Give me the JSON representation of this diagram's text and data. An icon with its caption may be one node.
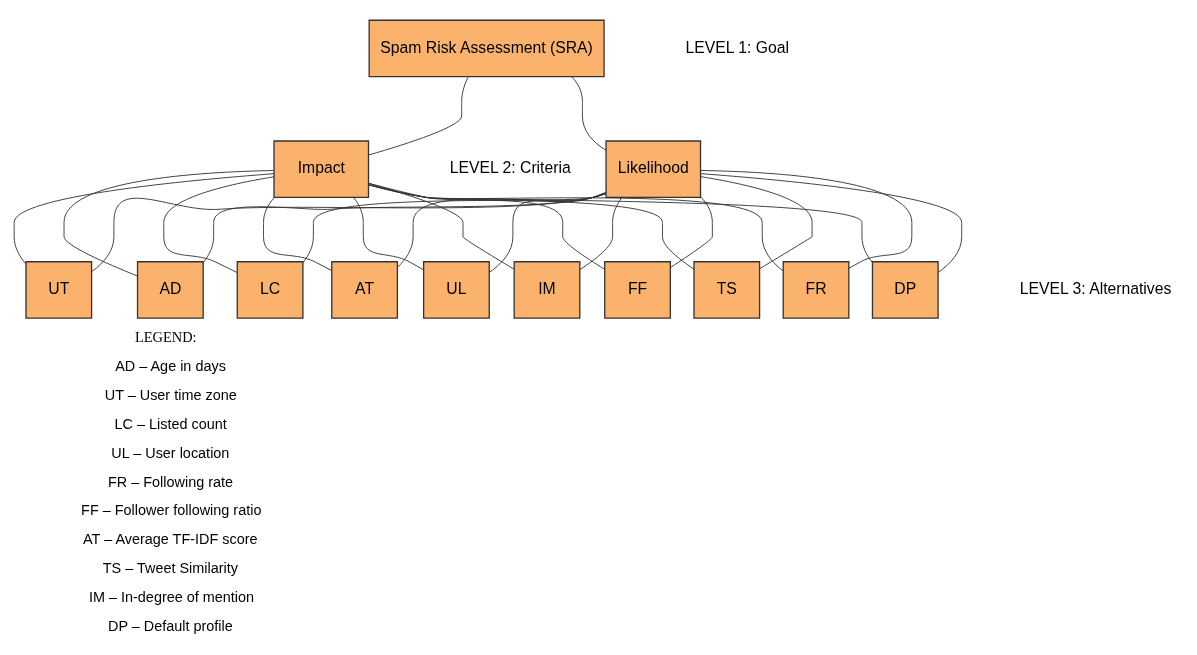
{
  "diagram": {
    "nodes": [
      {
        "text": [
          "Spam Risk Assessment (SRA)"
        ]
      },
      {
        "text": [
          "Likelihood"
        ]
      },
      {
        "text": [
          "Impact"
        ]
      },
      {
        "text": [
          "AD"
        ]
      },
      {
        "text": [
          "UT"
        ]
      },
      {
        "text": [
          "LC"
        ]
      },
      {
        "text": [
          "UL"
        ]
      },
      {
        "text": [
          "FR"
        ]
      },
      {
        "text": [
          "FF"
        ]
      },
      {
        "text": [
          "AT"
        ]
      },
      {
        "text": [
          "TS"
        ]
      },
      {
        "text": [
          "IM"
        ]
      },
      {
        "text": [
          "DP"
        ]
      }
    ],
    "edges": [
      {
        "from": 0,
        "to": 1,
        "arrow": "none"
      },
      {
        "from": 0,
        "to": 2,
        "arrow": "none"
      },
      {
        "from": 1,
        "to": 3,
        "arrow": "none"
      },
      {
        "from": 1,
        "to": 4,
        "arrow": "none"
      },
      {
        "from": 1,
        "to": 5,
        "arrow": "none"
      },
      {
        "from": 1,
        "to": 6,
        "arrow": "none"
      },
      {
        "from": 1,
        "to": 7,
        "arrow": "none"
      },
      {
        "from": 1,
        "to": 8,
        "arrow": "none"
      },
      {
        "from": 1,
        "to": 9,
        "arrow": "none"
      },
      {
        "from": 1,
        "to": 10,
        "arrow": "none"
      },
      {
        "from": 1,
        "to": 11,
        "arrow": "none"
      },
      {
        "from": 1,
        "to": 12,
        "arrow": "none"
      },
      {
        "from": 2,
        "to": 3,
        "arrow": "none"
      },
      {
        "from": 2,
        "to": 4,
        "arrow": "none"
      },
      {
        "from": 2,
        "to": 5,
        "arrow": "none"
      },
      {
        "from": 2,
        "to": 6,
        "arrow": "none"
      },
      {
        "from": 2,
        "to": 7,
        "arrow": "none"
      },
      {
        "from": 2,
        "to": 8,
        "arrow": "none"
      },
      {
        "from": 2,
        "to": 9,
        "arrow": "none"
      },
      {
        "from": 2,
        "to": 10,
        "arrow": "none"
      },
      {
        "from": 2,
        "to": 11,
        "arrow": "none"
      },
      {
        "from": 2,
        "to": 12,
        "arrow": "none"
      }
    ],
    "labels": [
      "LEVEL 1: Goal",
      "LEVEL 2: Criteria",
      "LEVEL 3: Alternatives",
      "LEGEND:",
      "AD – Age in days",
      "UT – User time zone",
      "LC – Listed count",
      "UL – User location",
      "FR – Following rate",
      "FF – Follower following ratio",
      "AT – Average TF-IDF score",
      "TS – Tweet Similarity",
      "IM – In-degree of mention",
      "DP – Default profile"
    ]
  }
}
